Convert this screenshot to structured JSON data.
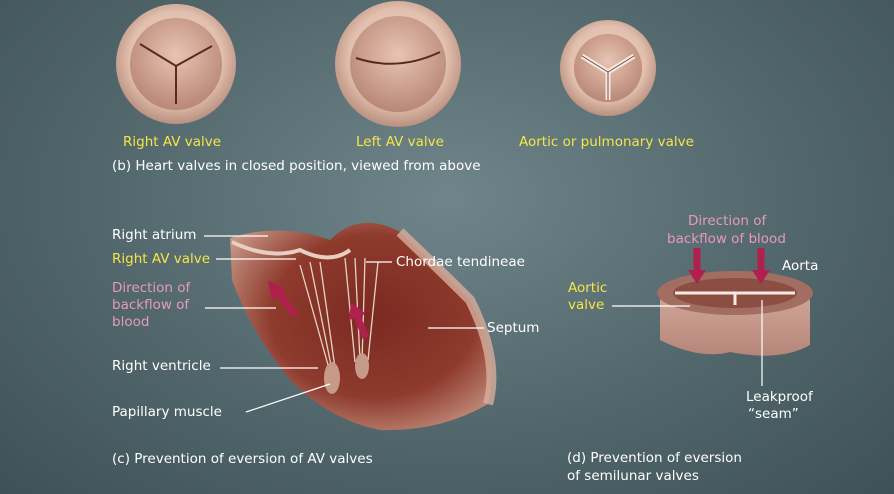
{
  "panel_b": {
    "labels": [
      "Right AV valve",
      "Left AV valve",
      "Aortic or pulmonary valve"
    ],
    "caption": "(b)  Heart valves in closed position, viewed from above"
  },
  "panel_c": {
    "right_atrium": "Right atrium",
    "right_av_valve": "Right AV valve",
    "backflow_line1": "Direction of",
    "backflow_line2": "backflow of",
    "backflow_line3": "blood",
    "chordae": "Chordae tendineae",
    "septum": "Septum",
    "right_ventricle": "Right ventricle",
    "papillary": "Papillary muscle",
    "caption": "(c)  Prevention of eversion of AV valves"
  },
  "panel_d": {
    "backflow_line1": "Direction of",
    "backflow_line2": "backflow of blood",
    "aorta": "Aorta",
    "aortic_line1": "Aortic",
    "aortic_line2": "valve",
    "leak_line1": "Leakproof",
    "leak_line2": "“seam”",
    "caption_line1": "(d)  Prevention of eversion",
    "caption_line2": "of semilunar valves"
  },
  "colors": {
    "label_white": "#ffffff",
    "label_yellow": "#f6e547",
    "label_pink": "#e79ab8",
    "arrow": "#b0204f",
    "tissue": "#c89a88"
  }
}
